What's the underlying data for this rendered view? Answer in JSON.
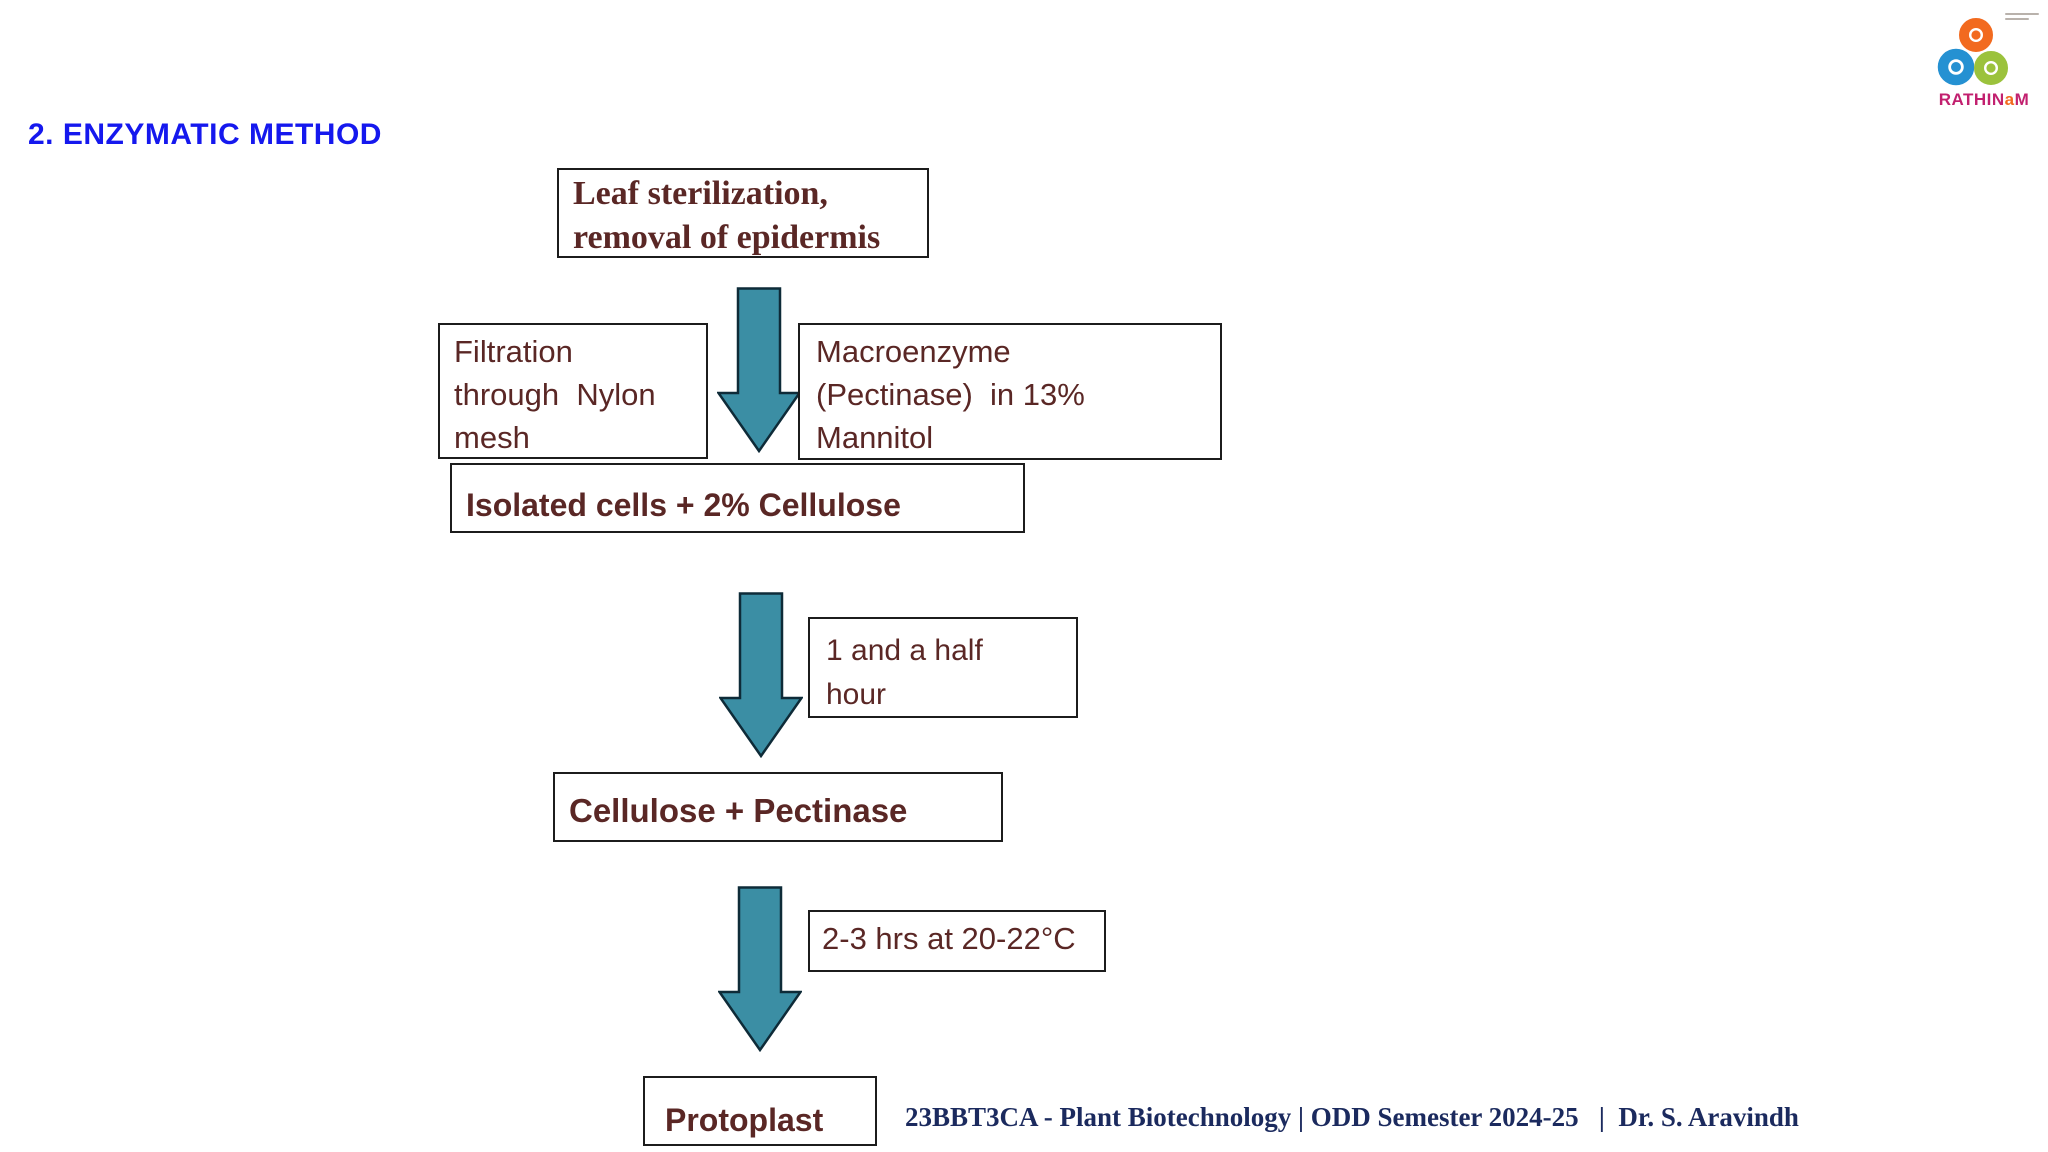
{
  "title": "2. ENZYMATIC METHOD",
  "flowchart": {
    "leaf_box": "Leaf sterilization,\nremoval of epidermis",
    "filtration_box": "Filtration\nthrough  Nylon\nmesh",
    "macroenzyme_box": "Macroenzyme\n(Pectinase)  in 13%\nMannitol",
    "isolated_box": "Isolated cells + 2% Cellulose",
    "duration_box_1": "1 and a half\nhour",
    "cellulose_box": "Cellulose + Pectinase",
    "duration_box_2": "2-3 hrs at 20-22°C",
    "protoplast_box": "Protoplast"
  },
  "footer": "23BBT3CA - Plant Biotechnology | ODD Semester 2024-25   |  Dr. S. Aravindh",
  "logo": {
    "brand_start": "RATHIN",
    "brand_accent": "a",
    "brand_end": "M"
  },
  "colors": {
    "title_blue": "#1518EE",
    "box_text_maroon": "#5A2725",
    "box_border": "#1c1c1c",
    "arrow_teal": "#3B8EA4",
    "arrow_outline": "#0E2B38",
    "footer_navy": "#1B2A5E",
    "logo_orange": "#F26A1F",
    "logo_blue": "#2591D2",
    "logo_green": "#9BC23C",
    "logo_magenta": "#C2206F"
  }
}
